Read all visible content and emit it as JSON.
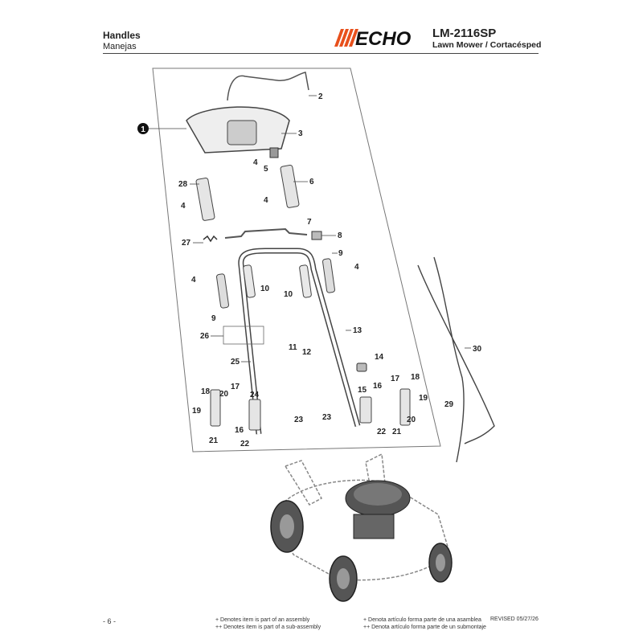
{
  "header": {
    "title": "Handles",
    "subtitle": "Manejas",
    "brand": "ECHO",
    "model": "LM-2116SP",
    "product": "Lawn Mower / Cortacésped"
  },
  "diagram": {
    "assembly_ref": "1",
    "callouts": [
      "2",
      "3",
      "4",
      "5",
      "28",
      "6",
      "4",
      "4",
      "7",
      "8",
      "27",
      "9",
      "4",
      "4",
      "10",
      "10",
      "9",
      "26",
      "11",
      "12",
      "13",
      "25",
      "14",
      "18",
      "17",
      "20",
      "24",
      "15",
      "16",
      "17",
      "18",
      "19",
      "19",
      "21",
      "16",
      "22",
      "23",
      "23",
      "22",
      "21",
      "20",
      "30",
      "29"
    ]
  },
  "footer": {
    "page": "- 6 -",
    "note_assembly_en": "+ Denotes item is part of an assembly",
    "note_subassembly_en": "++ Denotes item is part of a sub-assembly",
    "note_assembly_es": "+ Denota artículo forma parte de una asamblea",
    "note_subassembly_es": "++ Denota artículo forma parte de un submontaje",
    "revised": "REVISED 05/27/26"
  }
}
